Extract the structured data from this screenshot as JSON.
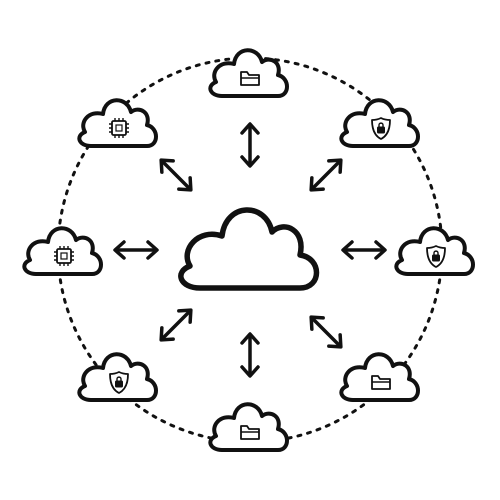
{
  "diagram": {
    "kind": "cloud-network",
    "stroke_color": "#111111",
    "background_color": "#ffffff",
    "ring_style": "dotted",
    "hub": {
      "icon": "cloud-icon"
    },
    "nodes": [
      {
        "id": "top",
        "icon": "folder-icon"
      },
      {
        "id": "top-right",
        "icon": "shield-lock-icon"
      },
      {
        "id": "right",
        "icon": "shield-lock-icon"
      },
      {
        "id": "bottom-right",
        "icon": "folder-icon"
      },
      {
        "id": "bottom",
        "icon": "folder-icon"
      },
      {
        "id": "bottom-left",
        "icon": "shield-lock-icon"
      },
      {
        "id": "left",
        "icon": "cpu-chip-icon"
      },
      {
        "id": "top-left",
        "icon": "cpu-chip-icon"
      }
    ],
    "connections": "bidirectional"
  }
}
